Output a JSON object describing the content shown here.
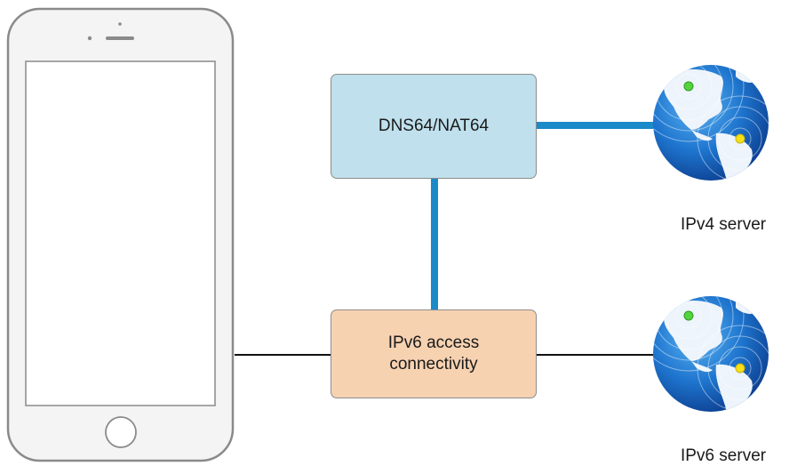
{
  "nodes": {
    "dns64_nat64": "DNS64/NAT64",
    "ipv6_access": "IPv6 access\nconnectivity",
    "ipv4_server": "IPv4 server",
    "ipv6_server": "IPv6 server"
  },
  "colors": {
    "dns_box_fill": "#bfe0ec",
    "ipv6_box_fill": "#f7d2b1",
    "thick_link": "#1a8ac9",
    "thin_link": "#111111",
    "globe_ocean": "#1e6fc7",
    "globe_land": "#eef4fb"
  },
  "icons": {
    "device": "iphone-icon",
    "server_globe": "globe-icon"
  }
}
